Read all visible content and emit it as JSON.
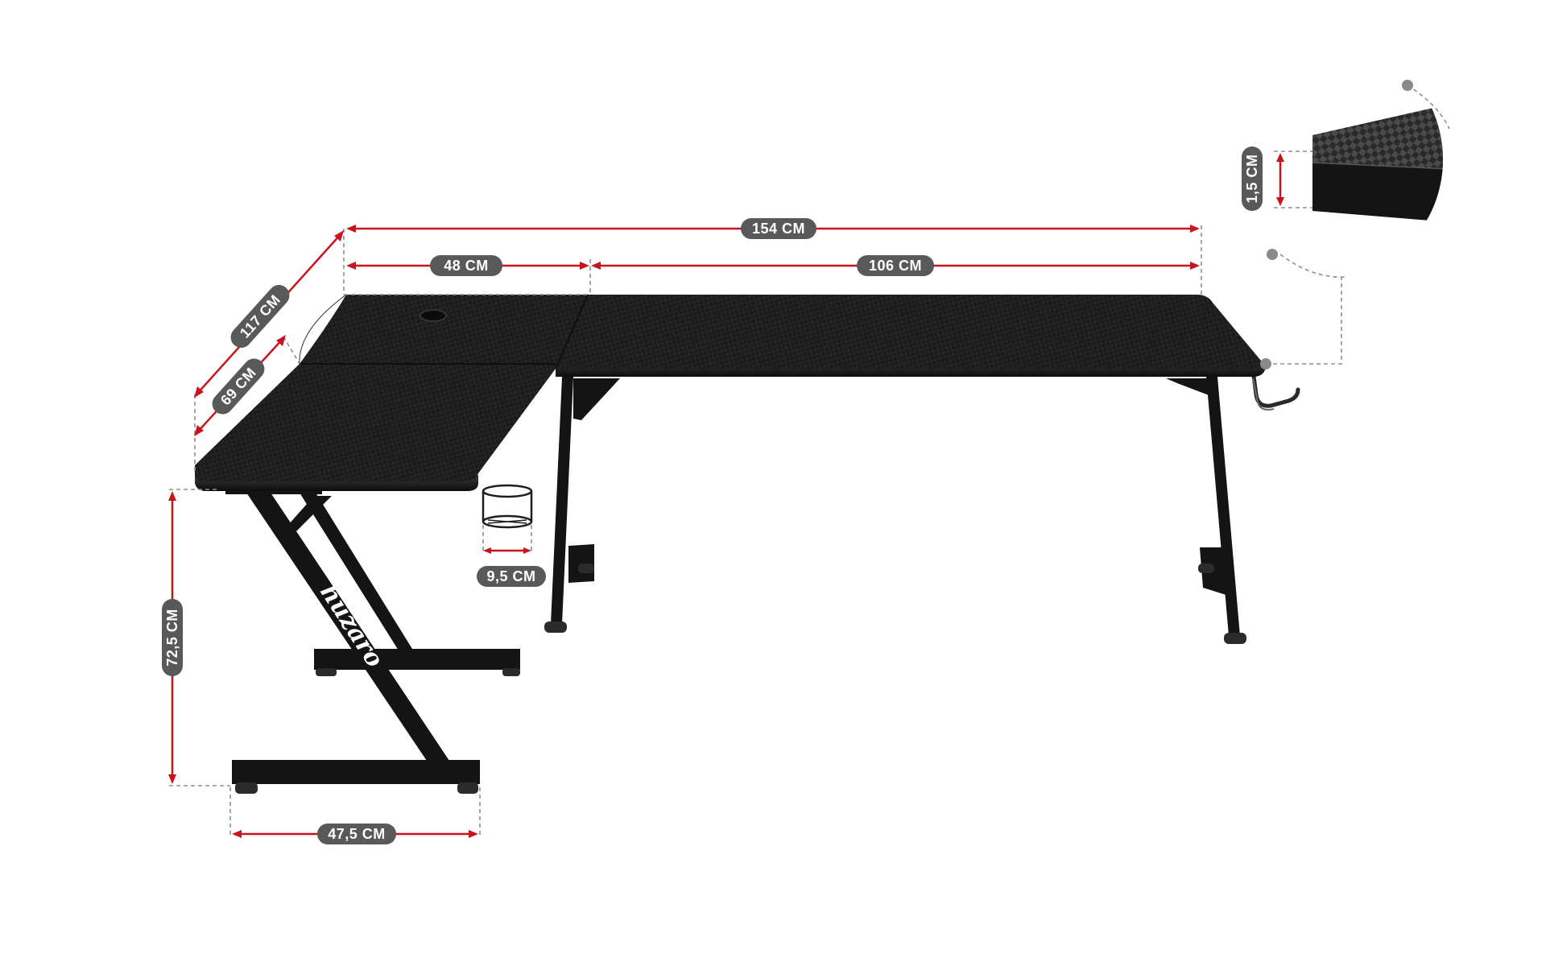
{
  "product": {
    "brand_logo_text": "huzaro",
    "colors": {
      "desk_top": "#1c1c1c",
      "frame": "#141414",
      "dimension_line": "#c8151d",
      "label_pill": "#595959",
      "label_text": "#ffffff",
      "guide_line": "#8f8f8f"
    }
  },
  "dimensions": {
    "total_width": "154 CM",
    "corner_width": "48 CM",
    "main_width": "106 CM",
    "side_length": "117 CM",
    "side_depth": "69 CM",
    "height": "72,5 CM",
    "leg_base_depth": "47,5 CM",
    "cup_holder_diameter": "9,5 CM",
    "top_thickness": "1,5 CM"
  }
}
